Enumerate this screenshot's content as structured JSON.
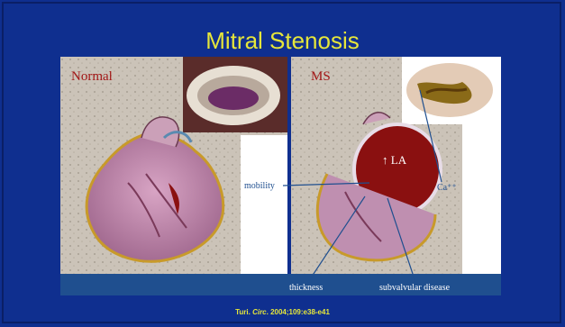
{
  "slide": {
    "title": "Mitral Stenosis",
    "panels": {
      "normal_label": "Normal",
      "ms_label": "MS"
    },
    "annotations": {
      "la": "↑ LA",
      "mobility": "mobility",
      "calcium": "Ca⁺⁺",
      "thickness": "thickness",
      "subvalvular": "subvalvular disease"
    },
    "citation": {
      "author": "Turi.",
      "journal": "Circ",
      "details": ". 2004;109:e38-e41"
    }
  },
  "colors": {
    "slide_background": "#0f2f8f",
    "title": "#e6e63a",
    "panel_label": "#a21616",
    "callout": "#1f4f8f",
    "citation": "#e6e63a"
  }
}
